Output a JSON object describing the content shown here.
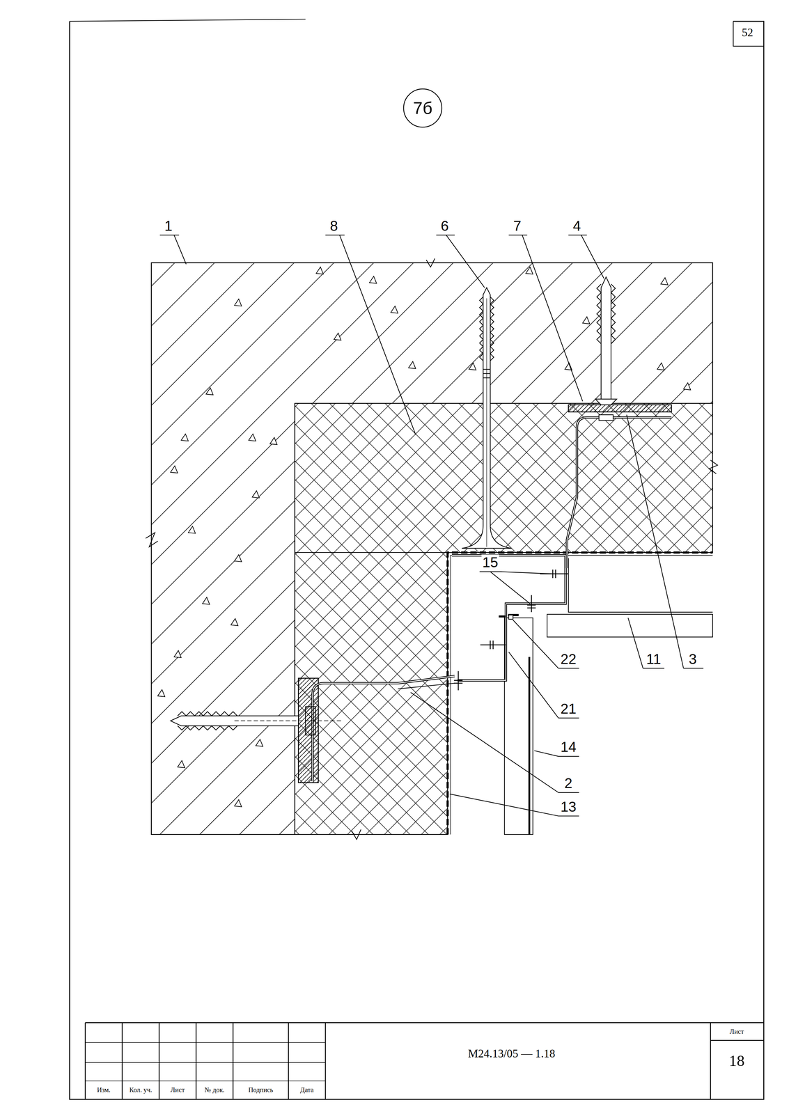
{
  "diagram": {
    "nodes": [
      {
        "text": [
          "7б"
        ]
      }
    ],
    "labels": [
      "52",
      "1",
      "8",
      "6",
      "7",
      "4",
      "15",
      "22",
      "11",
      "3",
      "21",
      "14",
      "2",
      "13",
      "Изм.",
      "Кол. уч.",
      "Лист",
      "№ док.",
      "Подпись",
      "Дата",
      "М24.13/05 — 1.18",
      "Лист",
      "18"
    ]
  }
}
